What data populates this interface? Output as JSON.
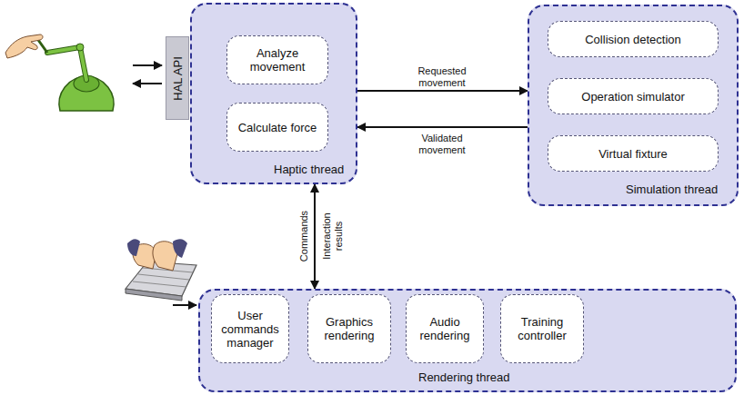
{
  "diagram": {
    "nodes": [
      {
        "text": [
          "HAL API"
        ]
      },
      {
        "text": [
          "Haptic thread"
        ]
      },
      {
        "text": [
          "Analyze movement"
        ],
        "in": 1
      },
      {
        "text": [
          "Calculate force"
        ],
        "in": 1
      },
      {
        "text": [
          "Simulation thread"
        ]
      },
      {
        "text": [
          "Collision detection"
        ],
        "in": 4
      },
      {
        "text": [
          "Operation simulator"
        ],
        "in": 4
      },
      {
        "text": [
          "Virtual fixture"
        ],
        "in": 4
      },
      {
        "text": [
          "Rendering thread"
        ]
      },
      {
        "text": [
          "User commands manager"
        ],
        "in": 8
      },
      {
        "text": [
          "Graphics rendering"
        ],
        "in": 8
      },
      {
        "text": [
          "Audio rendering"
        ],
        "in": 8
      },
      {
        "text": [
          "Training controller"
        ],
        "in": 8
      }
    ],
    "edges": [
      {
        "from": 1,
        "to": 4,
        "arrow": "to",
        "label": "Requested movement"
      },
      {
        "from": 4,
        "to": 1,
        "arrow": "to",
        "label": "Validated movement"
      },
      {
        "from": 8,
        "to": 1,
        "arrow": "both",
        "label": "Commands"
      }
    ],
    "labels": [
      "Interaction results"
    ]
  }
}
